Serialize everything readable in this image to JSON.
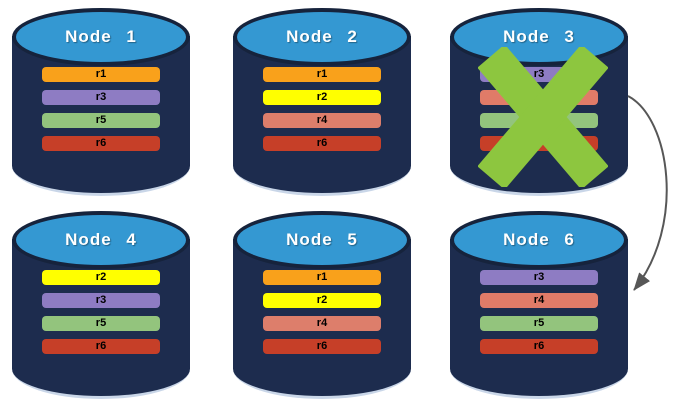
{
  "diagram": {
    "kind": "database-replica-distribution",
    "background": "#FFFFFF"
  },
  "palette": {
    "cylinder_body": "#1D2C4E",
    "cylinder_top": "#3498D2",
    "cylinder_rim": "#16233C",
    "bottom_highlight": "#C9D6E8",
    "title_text": "#FFFFFF",
    "bar_text": "#000000"
  },
  "nodes": [
    {
      "name": "Node 1",
      "failed": false,
      "bars": [
        {
          "label": "r1",
          "color": "#F9A11B"
        },
        {
          "label": "r3",
          "color": "#8E7CC3"
        },
        {
          "label": "r5",
          "color": "#93C47D"
        },
        {
          "label": "r6",
          "color": "#C63F28"
        }
      ]
    },
    {
      "name": "Node 2",
      "failed": false,
      "bars": [
        {
          "label": "r1",
          "color": "#F9A11B"
        },
        {
          "label": "r2",
          "color": "#FFFF00"
        },
        {
          "label": "r4",
          "color": "#DD7E6B"
        },
        {
          "label": "r6",
          "color": "#C63F28"
        }
      ]
    },
    {
      "name": "Node 3",
      "failed": true,
      "bars": [
        {
          "label": "r3",
          "color": "#8E7CC3"
        },
        {
          "label": "",
          "color": "#E07B68"
        },
        {
          "label": "",
          "color": "#93C47D"
        },
        {
          "label": "",
          "color": "#C63F28"
        }
      ]
    },
    {
      "name": "Node 4",
      "failed": false,
      "bars": [
        {
          "label": "r2",
          "color": "#FFFF00"
        },
        {
          "label": "r3",
          "color": "#8E7CC3"
        },
        {
          "label": "r5",
          "color": "#93C47D"
        },
        {
          "label": "r6",
          "color": "#C63F28"
        }
      ]
    },
    {
      "name": "Node 5",
      "failed": false,
      "bars": [
        {
          "label": "r1",
          "color": "#F9A11B"
        },
        {
          "label": "r2",
          "color": "#FFFF00"
        },
        {
          "label": "r4",
          "color": "#DD7E6B"
        },
        {
          "label": "r6",
          "color": "#C63F28"
        }
      ]
    },
    {
      "name": "Node 6",
      "failed": false,
      "bars": [
        {
          "label": "r3",
          "color": "#8E7CC3"
        },
        {
          "label": "r4",
          "color": "#E07B68"
        },
        {
          "label": "r5",
          "color": "#93C47D"
        },
        {
          "label": "r6",
          "color": "#C63F28"
        }
      ]
    }
  ],
  "x_mark": {
    "over_node": "Node 3",
    "color": "#8DC63F"
  },
  "arrow": {
    "from": "Node 3",
    "to": "Node 6",
    "color": "#575757"
  }
}
